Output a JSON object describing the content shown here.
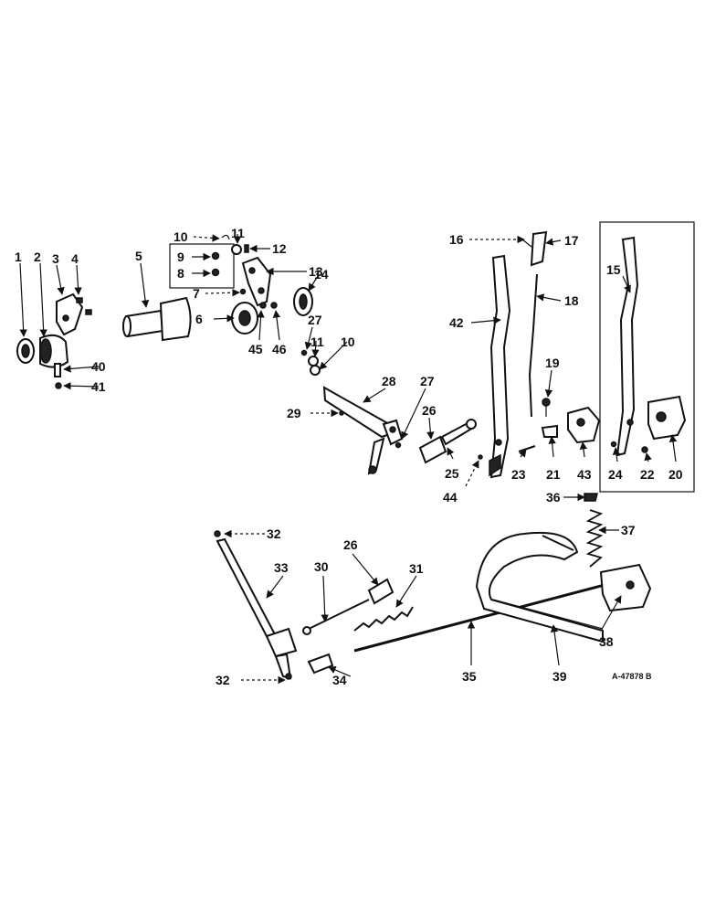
{
  "drawing_code": "A-47878 B",
  "callouts": [
    "1",
    "2",
    "3",
    "4",
    "5",
    "6",
    "7",
    "8",
    "9",
    "10",
    "11",
    "12",
    "13",
    "14",
    "15",
    "16",
    "17",
    "18",
    "19",
    "20",
    "21",
    "22",
    "23",
    "24",
    "25",
    "26",
    "27",
    "28",
    "29",
    "30",
    "31",
    "32",
    "33",
    "34",
    "35",
    "36",
    "37",
    "38",
    "39",
    "40",
    "41",
    "42",
    "43",
    "44",
    "45",
    "46"
  ]
}
